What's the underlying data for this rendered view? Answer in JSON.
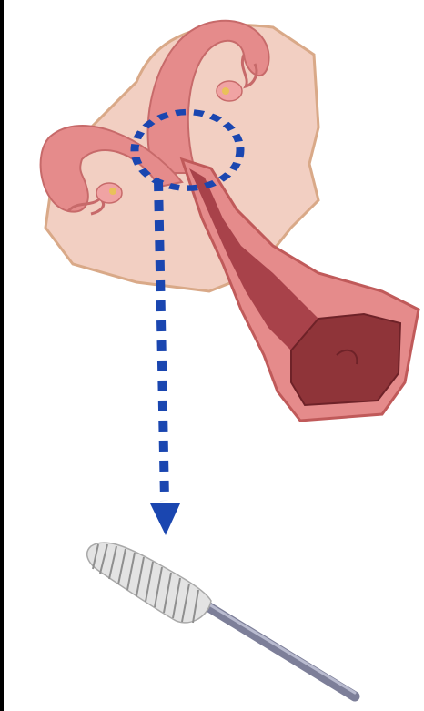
{
  "colors": {
    "background": "#ffffff",
    "indicator": "#1a46b0",
    "broad_ligament": "#f2cfc2",
    "tissue_pink": "#e58b8b",
    "tissue_dark": "#c05a5a",
    "cavity": "#8f3439",
    "ovary": "#f0a3a3",
    "ovary_spot": "#e9c15a",
    "brush_bristles": "#cfcfcf",
    "brush_rod": "#8d8ea6"
  },
  "icons": [
    "dotted-circle-marker",
    "dotted-arrow-down",
    "cytobrush"
  ]
}
